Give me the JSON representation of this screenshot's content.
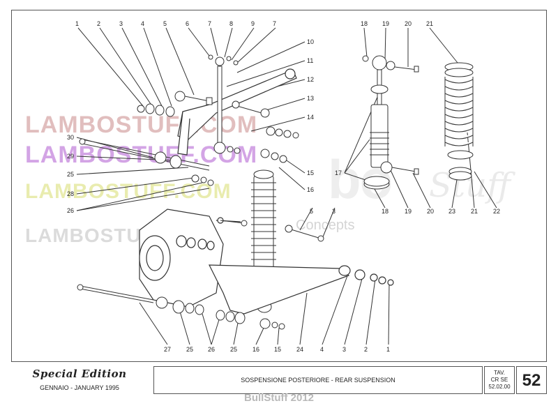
{
  "watermarks": {
    "lambostuff_1": "LAMBOSTUFF.COM",
    "lambostuff_2": "LAMBOSTUFF.COM",
    "lambostuff_3": "LAMBOSTUFF.COM",
    "lambostuff_4": "LAMBOSTUFF.COM",
    "concepts": "Concepts",
    "big": "bo",
    "stuff": "Stuff"
  },
  "callouts": {
    "top_row": [
      "1",
      "2",
      "3",
      "4",
      "5",
      "6",
      "7",
      "8",
      "9",
      "7"
    ],
    "right_column": [
      "10",
      "11",
      "12",
      "13",
      "14",
      "15",
      "16",
      "5",
      "3"
    ],
    "left_column": [
      "30",
      "29",
      "25",
      "28",
      "26"
    ],
    "bottom_row": [
      "27",
      "25",
      "26",
      "25",
      "16",
      "15",
      "24",
      "4",
      "3",
      "2",
      "1"
    ],
    "shock_top": [
      "18",
      "19",
      "20",
      "21"
    ],
    "shock_right_label": "17",
    "shock_bottom": [
      "18",
      "19",
      "20",
      "23",
      "21",
      "22"
    ]
  },
  "footer": {
    "edition": "Special Edition",
    "date": "GENNAIO - JANUARY 1995",
    "title": "SOSPENSIONE POSTERIORE - REAR SUSPENSION",
    "tav_line1": "TAV.",
    "tav_line2": "CR SE",
    "tav_line3": "52.02.00",
    "page": "52"
  },
  "credit": "BullStuff 2012"
}
